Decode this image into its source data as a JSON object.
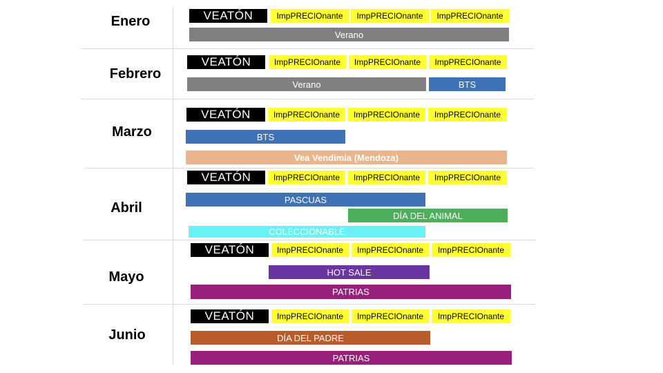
{
  "veaton_label": "VEATÓN",
  "imp_label": "ImpPRECIOnante",
  "months": {
    "enero": "Enero",
    "febrero": "Febrero",
    "marzo": "Marzo",
    "abril": "Abril",
    "mayo": "Mayo",
    "junio": "Junio"
  },
  "campaigns": {
    "verano": "Verano",
    "bts": "BTS",
    "vendimia": "Vea Vendimia (Mendoza)",
    "pascuas": "PASCUAS",
    "dia_animal": "DÍA DEL ANIMAL",
    "coleccionable": "COLECCIONABLE",
    "hot_sale": "HOT SALE",
    "patrias": "PATRIAS",
    "dia_padre": "DÍA DEL PADRE"
  },
  "colors": {
    "veaton": "#000000",
    "imp": "#ffff33",
    "verano": "#808080",
    "bts": "#3f72b4",
    "vendimia": "#eab48c",
    "pascuas": "#3f72b4",
    "dia_animal": "#4caf5c",
    "coleccionable": "#66f2f7",
    "hot_sale": "#6a35a2",
    "patrias": "#96207c",
    "dia_padre": "#b85d2a"
  }
}
